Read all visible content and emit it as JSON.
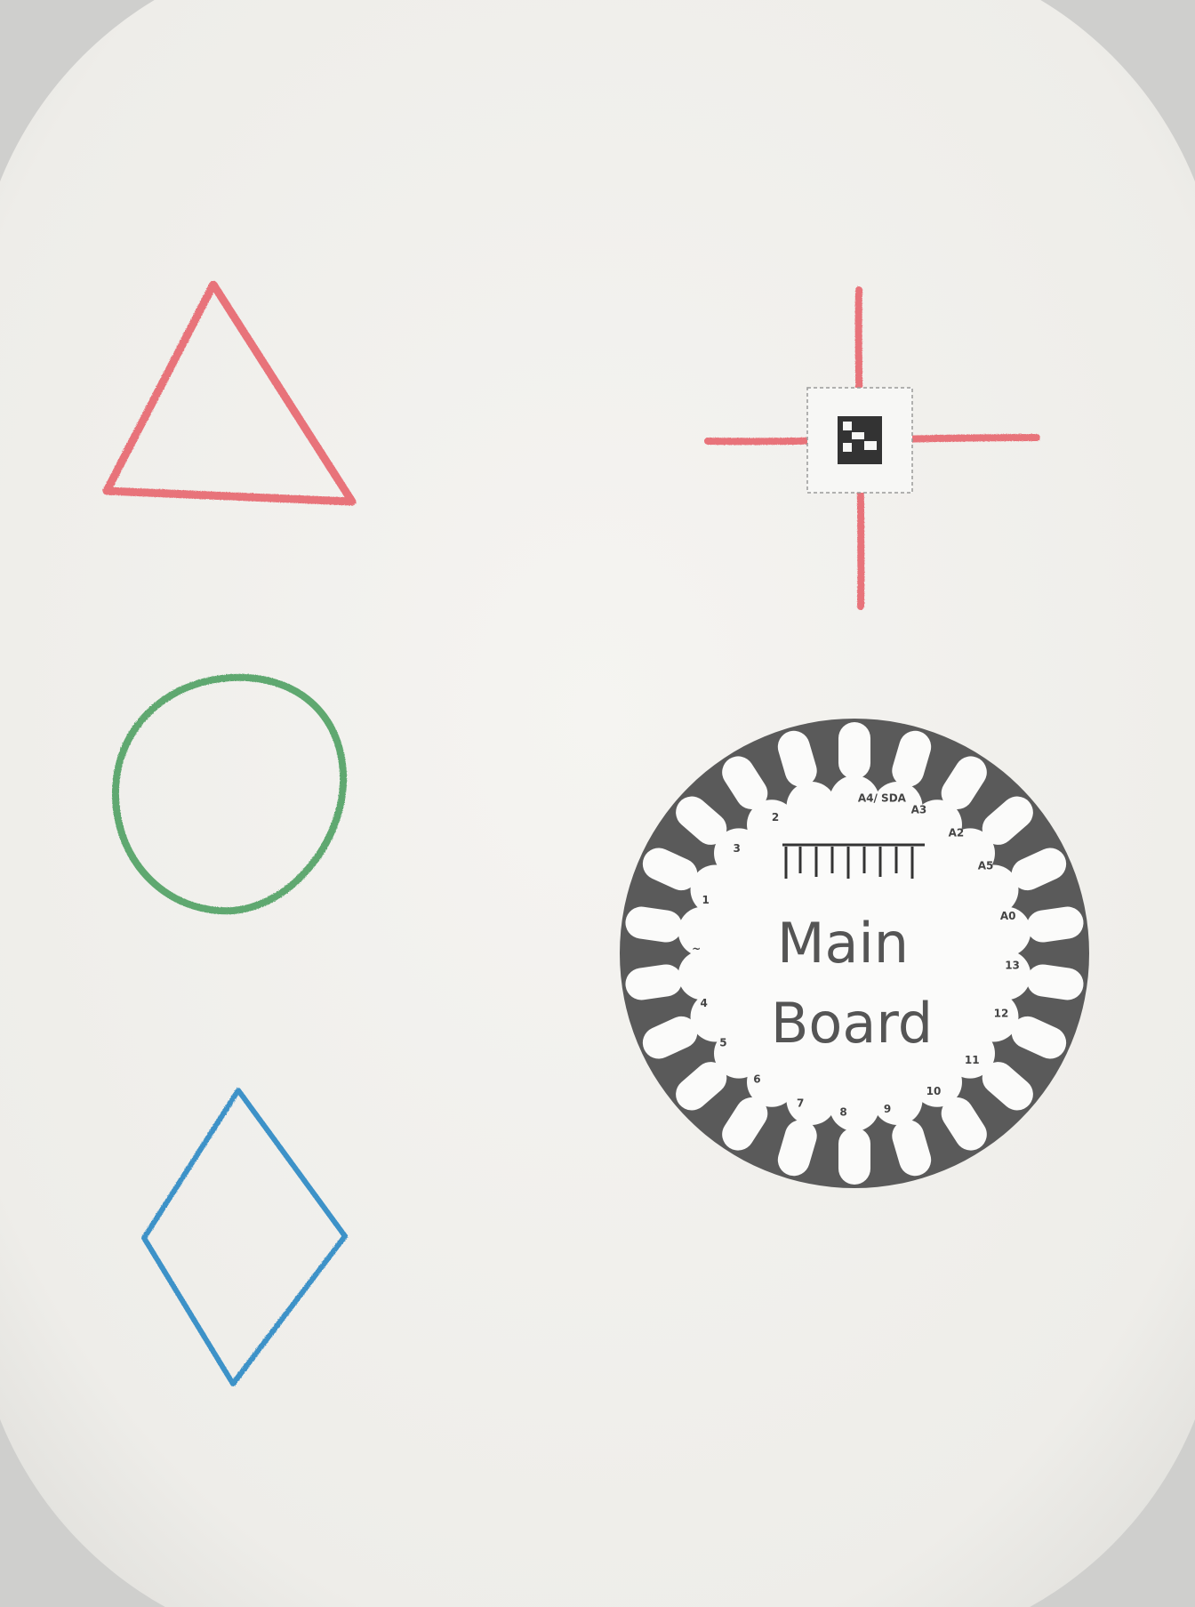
{
  "colors": {
    "fabric": "#f2f1ee",
    "hoop": "#c9c9c7",
    "red_stitch": "#e8737a",
    "green_stitch": "#5fa870",
    "blue_stitch": "#3e92c8",
    "board": "#5a5a5a",
    "board_label": "#555555"
  },
  "board": {
    "label_line1": "Main",
    "label_line2": "Board",
    "pin_labels": [
      "2",
      "3",
      "1",
      "~",
      "4",
      "5",
      "6",
      "7",
      "8",
      "9",
      "10",
      "11",
      "12",
      "13",
      "A0",
      "A5",
      "A2",
      "A3",
      "A4/ SDA"
    ]
  },
  "shapes": [
    "triangle",
    "crosshair",
    "circle",
    "diamond"
  ]
}
